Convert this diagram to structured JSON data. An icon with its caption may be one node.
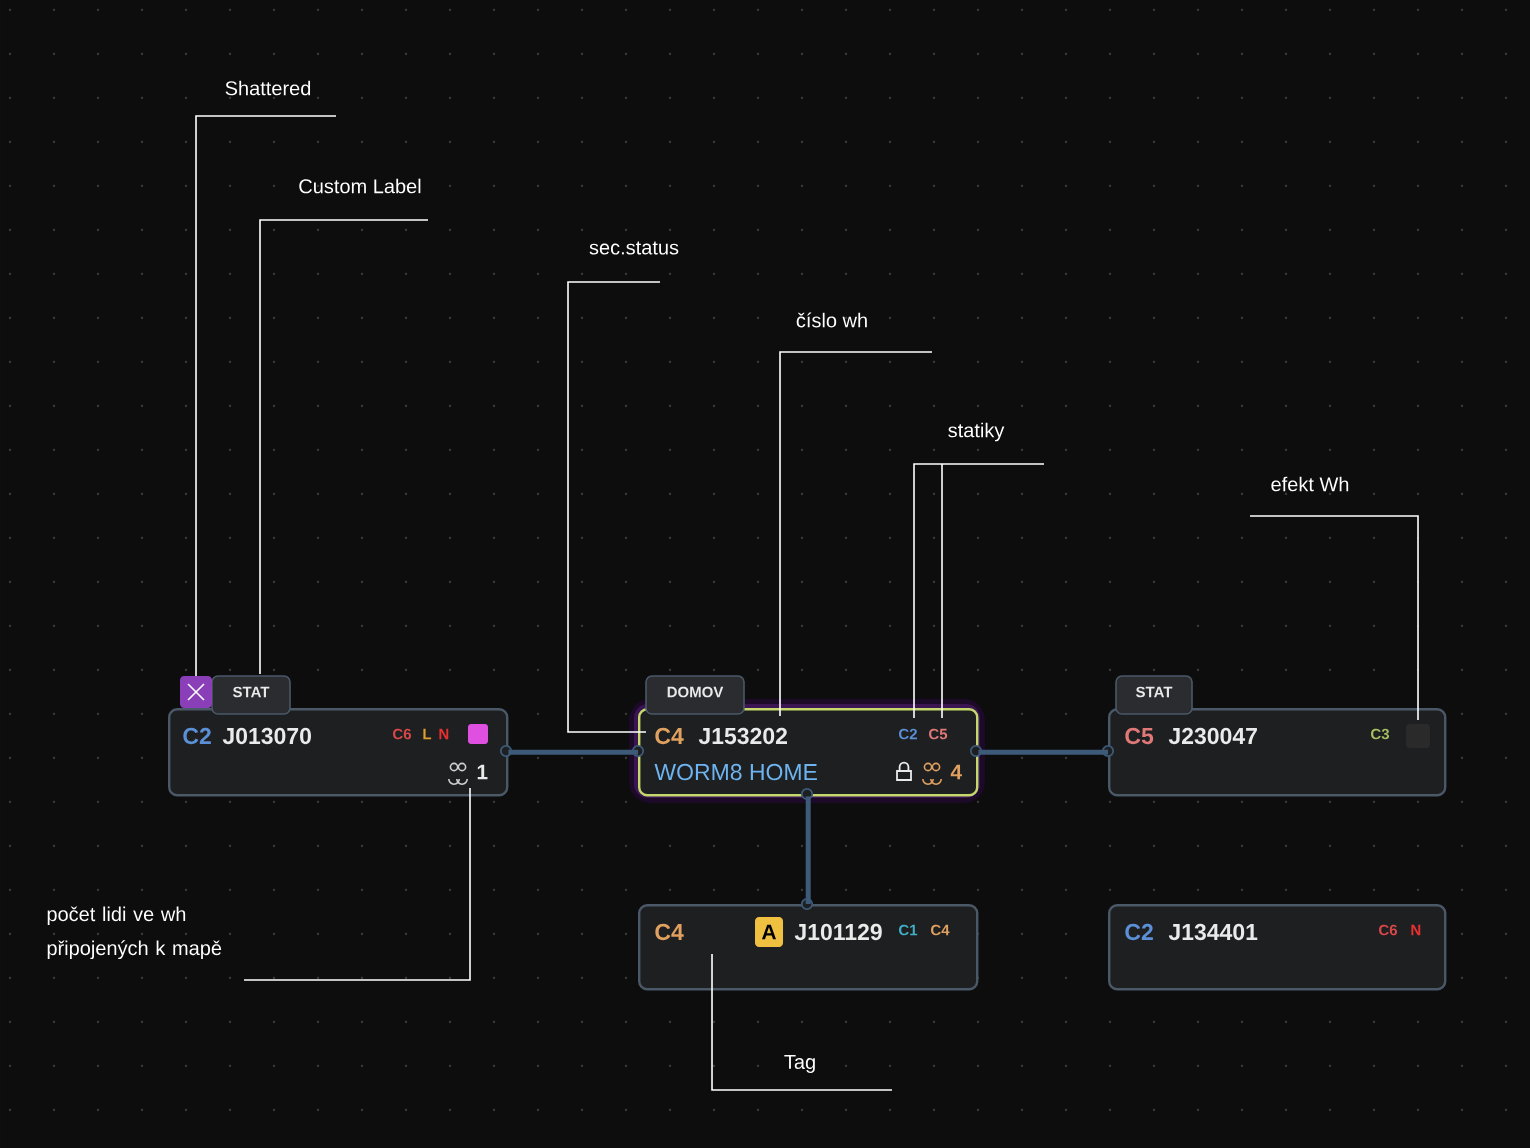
{
  "diagram": {
    "nodes": [
      {
        "text": [
          "STAT",
          "C2",
          "J013070",
          "C6",
          "L",
          "N",
          "1"
        ]
      },
      {
        "text": [
          "DOMOV",
          "C4",
          "J153202",
          "C2",
          "C5",
          "WORM8 HOME",
          "4"
        ]
      },
      {
        "text": [
          "STAT",
          "C5",
          "J230047",
          "C3"
        ]
      },
      {
        "text": [
          "C4",
          "A",
          "J101129",
          "C1",
          "C4"
        ]
      },
      {
        "text": [
          "C2",
          "J134401",
          "C6",
          "N"
        ]
      },
      {
        "text": [
          "Shattered"
        ]
      },
      {
        "text": [
          "Custom Label"
        ]
      },
      {
        "text": [
          "sec.status"
        ]
      },
      {
        "text": [
          "číslo wh"
        ]
      },
      {
        "text": [
          "statiky"
        ]
      },
      {
        "text": [
          "efekt Wh"
        ]
      },
      {
        "text": [
          "počet lidi ve wh připojených k mapě"
        ]
      },
      {
        "text": [
          "Tag"
        ]
      }
    ],
    "edges": [
      {
        "from": 0,
        "to": 1,
        "arrow": "none",
        "style": "thick",
        "color": "#3d5a78"
      },
      {
        "from": 1,
        "to": 2,
        "arrow": "none",
        "style": "thick",
        "color": "#3d5a78"
      },
      {
        "from": 1,
        "to": 3,
        "arrow": "none",
        "style": "thick",
        "color": "#3d5a78"
      },
      {
        "from": 5,
        "to": 0,
        "arrow": "none"
      },
      {
        "from": 6,
        "to": 0,
        "arrow": "none"
      },
      {
        "from": 7,
        "to": 1,
        "arrow": "none"
      },
      {
        "from": 8,
        "to": 1,
        "arrow": "none"
      },
      {
        "from": 9,
        "to": 1,
        "arrow": "none"
      },
      {
        "from": 9,
        "to": 1,
        "arrow": "none"
      },
      {
        "from": 10,
        "to": 2,
        "arrow": "none"
      },
      {
        "from": 11,
        "to": 0,
        "arrow": "none"
      },
      {
        "from": 12,
        "to": 3,
        "arrow": "none"
      }
    ]
  }
}
